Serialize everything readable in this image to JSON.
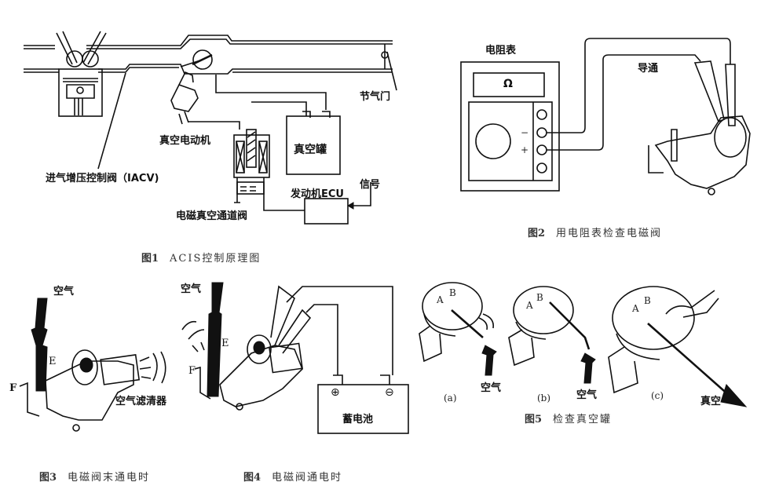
{
  "figure1": {
    "caption_num": "图1",
    "caption_text": "ACIS控制原理图",
    "labels": {
      "throttle": "节气门",
      "vacuum_motor": "真空电动机",
      "vacuum_tank": "真空罐",
      "iacv": "进气增压控制阀（IACV)",
      "ecu": "发动机ECU",
      "signal": "信号",
      "vsv": "电磁真空通道阀"
    }
  },
  "figure2": {
    "caption_num": "图2",
    "caption_text": "用电阻表检查电磁阀",
    "labels": {
      "ohmmeter": "电阻表",
      "ohm_symbol": "Ω",
      "minus": "−",
      "plus": "+",
      "continuity": "导通"
    }
  },
  "figure3": {
    "caption_num": "图3",
    "caption_text": "电磁阀末通电时",
    "labels": {
      "air": "空气",
      "port_e": "E",
      "port_f": "F",
      "air_filter": "空气滤清器"
    }
  },
  "figure4": {
    "caption_num": "图4",
    "caption_text": "电磁阀通电时",
    "labels": {
      "air": "空气",
      "port_e": "E",
      "port_f": "F",
      "battery": "蓄电池",
      "pos": "⊕",
      "neg": "⊖"
    }
  },
  "figure5": {
    "caption_num": "图5",
    "caption_text": "检查真空罐",
    "labels": {
      "sub_a": "(a)",
      "sub_b": "(b)",
      "sub_c": "(c)",
      "port_a": "A",
      "port_b": "B",
      "air_a": "空气",
      "air_b": "空气",
      "vacuum": "真空"
    }
  }
}
